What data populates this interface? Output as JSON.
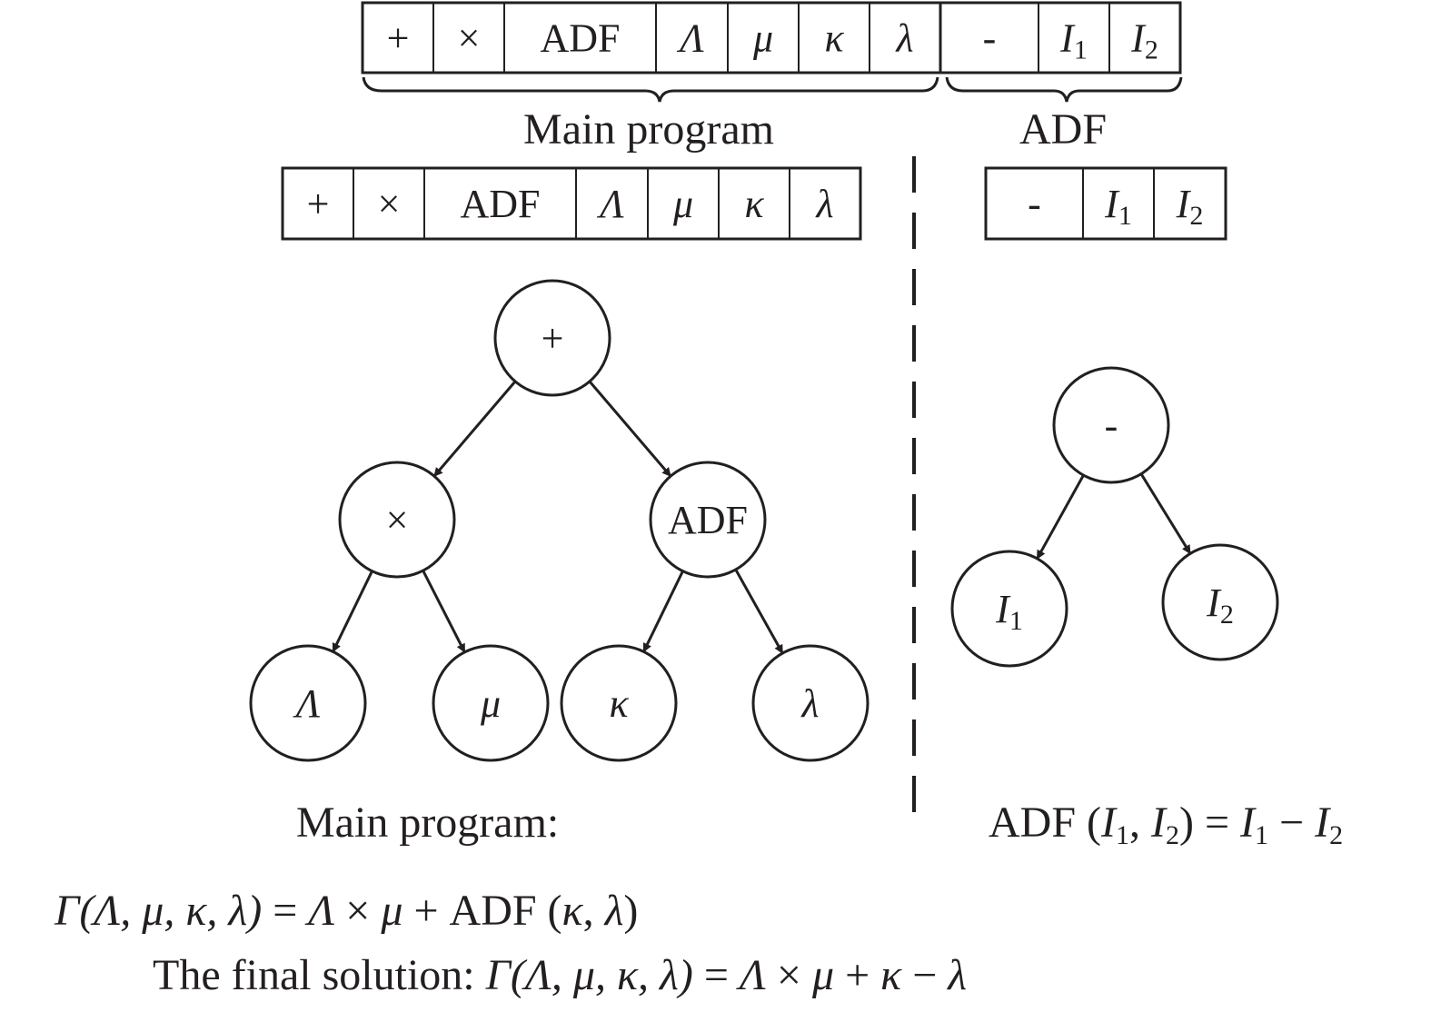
{
  "top_genome": {
    "main_cells": [
      {
        "text": "+",
        "italic": false
      },
      {
        "text": "×",
        "italic": false
      },
      {
        "text": "ADF",
        "italic": false
      },
      {
        "text": "Λ",
        "italic": true
      },
      {
        "text": "μ",
        "italic": true
      },
      {
        "text": "κ",
        "italic": true
      },
      {
        "text": "λ",
        "italic": true
      }
    ],
    "adf_cells": [
      {
        "text": "-",
        "italic": false
      },
      {
        "text": "I",
        "sub": "1",
        "italic": true
      },
      {
        "text": "I",
        "sub": "2",
        "italic": true
      }
    ],
    "main_brace_label": "Main program",
    "adf_brace_label": "ADF"
  },
  "split_genome": {
    "main_cells": [
      {
        "text": "+",
        "italic": false
      },
      {
        "text": "×",
        "italic": false
      },
      {
        "text": "ADF",
        "italic": false
      },
      {
        "text": "Λ",
        "italic": true
      },
      {
        "text": "μ",
        "italic": true
      },
      {
        "text": "κ",
        "italic": true
      },
      {
        "text": "λ",
        "italic": true
      }
    ],
    "adf_cells": [
      {
        "text": "-",
        "italic": false
      },
      {
        "text": "I",
        "sub": "1",
        "italic": true
      },
      {
        "text": "I",
        "sub": "2",
        "italic": true
      }
    ]
  },
  "main_tree": {
    "nodes": [
      {
        "id": "plus",
        "text": "+",
        "italic": false
      },
      {
        "id": "times",
        "text": "×",
        "italic": false
      },
      {
        "id": "adf",
        "text": "ADF",
        "italic": false
      },
      {
        "id": "Lambda",
        "text": "Λ",
        "italic": true
      },
      {
        "id": "mu",
        "text": "μ",
        "italic": true
      },
      {
        "id": "kappa",
        "text": "κ",
        "italic": true
      },
      {
        "id": "lambda",
        "text": "λ",
        "italic": true
      }
    ],
    "edges": [
      [
        "plus",
        "times"
      ],
      [
        "plus",
        "adf"
      ],
      [
        "times",
        "Lambda"
      ],
      [
        "times",
        "mu"
      ],
      [
        "adf",
        "kappa"
      ],
      [
        "adf",
        "lambda"
      ]
    ]
  },
  "adf_tree": {
    "nodes": [
      {
        "id": "minus",
        "text": "-",
        "italic": false
      },
      {
        "id": "I1",
        "text": "I",
        "sub": "1",
        "italic": true
      },
      {
        "id": "I2",
        "text": "I",
        "sub": "2",
        "italic": true
      }
    ],
    "edges": [
      [
        "minus",
        "I1"
      ],
      [
        "minus",
        "I2"
      ]
    ]
  },
  "captions": {
    "main_program": "Main program:",
    "adf_def": {
      "prefix": "ADF (",
      "a": "I",
      "a_sub": "1",
      "sep": ", ",
      "b": "I",
      "b_sub": "2",
      "mid": ") = ",
      "c": "I",
      "c_sub": "1",
      "op": " − ",
      "d": "I",
      "d_sub": "2"
    },
    "gamma_line": {
      "func": "Γ",
      "args": "(Λ, μ, κ, λ)",
      "rest1": " = ",
      "L": "Λ",
      "times": " × ",
      "mu": "μ",
      "plus": " + ADF (",
      "k": "κ",
      "comma": ", ",
      "l": "λ",
      "close": ")"
    },
    "final_line": {
      "prefix": "The final solution: ",
      "func": "Γ",
      "args": "(Λ, μ, κ, λ)",
      "eq": " = ",
      "L": "Λ",
      "times": " × ",
      "mu": "μ",
      "plus": " + ",
      "k": "κ",
      "minus": " − ",
      "l": "λ"
    }
  }
}
